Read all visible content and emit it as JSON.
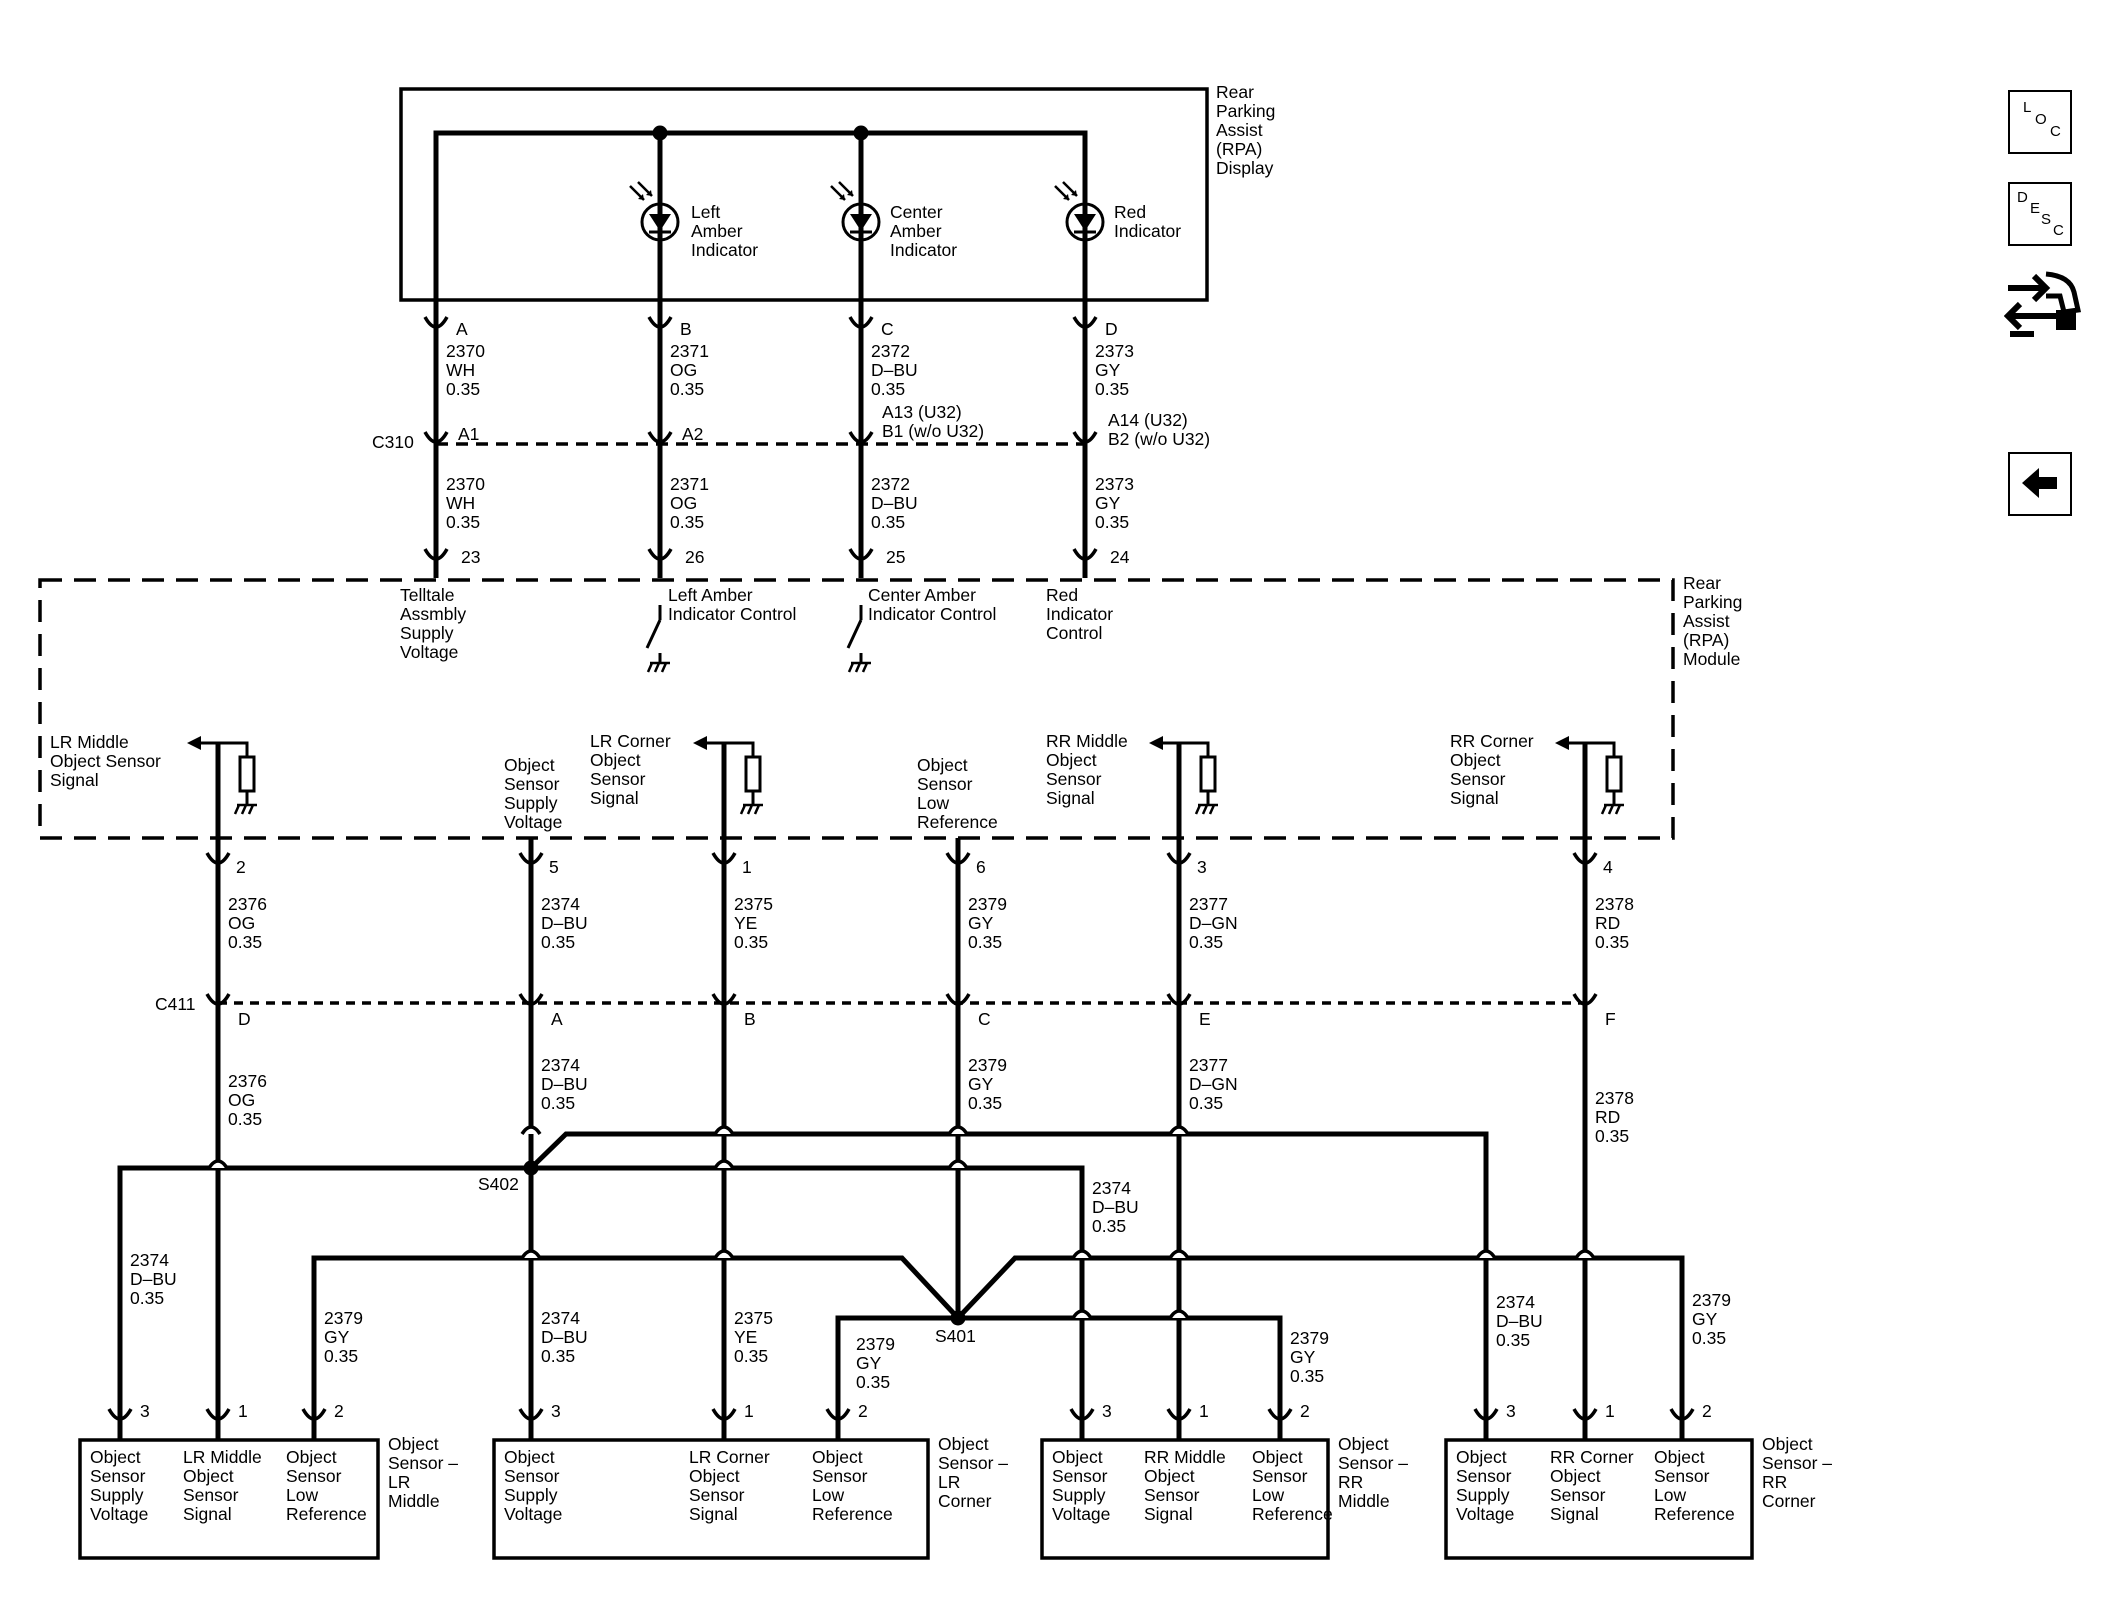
{
  "icons": [
    "loc-button",
    "desc-button",
    "connector-icon",
    "back-arrow-icon"
  ],
  "rpa_display": {
    "title": [
      "Rear",
      "Parking",
      "Assist",
      "(RPA)",
      "Display"
    ],
    "indicators": [
      [
        "Left",
        "Amber",
        "Indicator"
      ],
      [
        "Center",
        "Amber",
        "Indicator"
      ],
      [
        "Red",
        "Indicator"
      ]
    ]
  },
  "display_pins": [
    "A",
    "B",
    "C",
    "D"
  ],
  "upper_wires": [
    [
      "2370",
      "WH",
      "0.35"
    ],
    [
      "2371",
      "OG",
      "0.35"
    ],
    [
      "2372",
      "D–BU",
      "0.35"
    ],
    [
      "2373",
      "GY",
      "0.35"
    ]
  ],
  "c310": {
    "name": "C310",
    "pins": [
      "A1",
      "A2",
      "A13 (U32)",
      "B1 (w/o U32)",
      "A14 (U32)",
      "B2 (w/o U32)"
    ]
  },
  "module_upper_pins": [
    "23",
    "26",
    "25",
    "24"
  ],
  "rpa_module": {
    "title": [
      "Rear",
      "Parking",
      "Assist",
      "(RPA)",
      "Module"
    ],
    "upper_functions": [
      [
        "Telltale",
        "Assmbly",
        "Supply",
        "Voltage"
      ],
      [
        "Left Amber",
        "Indicator Control"
      ],
      [
        "Center Amber",
        "Indicator Control"
      ],
      [
        "Red",
        "Indicator",
        "Control"
      ]
    ],
    "lower_functions": [
      [
        "LR Middle",
        "Object Sensor",
        "Signal"
      ],
      [
        "Object",
        "Sensor",
        "Supply",
        "Voltage"
      ],
      [
        "LR Corner",
        "Object",
        "Sensor",
        "Signal"
      ],
      [
        "Object",
        "Sensor",
        "Low",
        "Reference"
      ],
      [
        "RR Middle",
        "Object",
        "Sensor",
        "Signal"
      ],
      [
        "RR Corner",
        "Object",
        "Sensor",
        "Signal"
      ]
    ]
  },
  "module_lower_pins": [
    "2",
    "5",
    "1",
    "6",
    "3",
    "4"
  ],
  "mid_wires": [
    [
      "2376",
      "OG",
      "0.35"
    ],
    [
      "2374",
      "D–BU",
      "0.35"
    ],
    [
      "2375",
      "YE",
      "0.35"
    ],
    [
      "2379",
      "GY",
      "0.35"
    ],
    [
      "2377",
      "D–GN",
      "0.35"
    ],
    [
      "2378",
      "RD",
      "0.35"
    ]
  ],
  "c411": {
    "name": "C411",
    "pins": [
      "D",
      "A",
      "B",
      "C",
      "E",
      "F"
    ]
  },
  "lower_wires": [
    [
      "2376",
      "OG",
      "0.35"
    ],
    [
      "2374",
      "D–BU",
      "0.35"
    ],
    [
      "2379",
      "GY",
      "0.35"
    ],
    [
      "2377",
      "D–GN",
      "0.35"
    ],
    [
      "2378",
      "RD",
      "0.35"
    ]
  ],
  "splices": [
    "S402",
    "S401"
  ],
  "sensor_wires": [
    [
      "2374",
      "D–BU",
      "0.35"
    ],
    [
      "2379",
      "GY",
      "0.35"
    ],
    [
      "2374",
      "D–BU",
      "0.35"
    ],
    [
      "2375",
      "YE",
      "0.35"
    ],
    [
      "2379",
      "GY",
      "0.35"
    ],
    [
      "2374",
      "D–BU",
      "0.35"
    ],
    [
      "2379",
      "GY",
      "0.35"
    ],
    [
      "2374",
      "D–BU",
      "0.35"
    ],
    [
      "2379",
      "GY",
      "0.35"
    ]
  ],
  "sensors": [
    {
      "name": [
        "Object",
        "Sensor –",
        "LR",
        "Middle"
      ],
      "pins": [
        "3",
        "1",
        "2"
      ],
      "functions": [
        [
          "Object",
          "Sensor",
          "Supply",
          "Voltage"
        ],
        [
          "LR Middle",
          "Object",
          "Sensor",
          "Signal"
        ],
        [
          "Object",
          "Sensor",
          "Low",
          "Reference"
        ]
      ]
    },
    {
      "name": [
        "Object",
        "Sensor –",
        "LR",
        "Corner"
      ],
      "pins": [
        "3",
        "1",
        "2"
      ],
      "functions": [
        [
          "Object",
          "Sensor",
          "Supply",
          "Voltage"
        ],
        [
          "LR Corner",
          "Object",
          "Sensor",
          "Signal"
        ],
        [
          "Object",
          "Sensor",
          "Low",
          "Reference"
        ]
      ]
    },
    {
      "name": [
        "Object",
        "Sensor –",
        "RR",
        "Middle"
      ],
      "pins": [
        "3",
        "1",
        "2"
      ],
      "functions": [
        [
          "Object",
          "Sensor",
          "Supply",
          "Voltage"
        ],
        [
          "RR Middle",
          "Object",
          "Sensor",
          "Signal"
        ],
        [
          "Object",
          "Sensor",
          "Low",
          "Reference"
        ]
      ]
    },
    {
      "name": [
        "Object",
        "Sensor –",
        "RR",
        "Corner"
      ],
      "pins": [
        "3",
        "1",
        "2"
      ],
      "functions": [
        [
          "Object",
          "Sensor",
          "Supply",
          "Voltage"
        ],
        [
          "RR Corner",
          "Object",
          "Sensor",
          "Signal"
        ],
        [
          "Object",
          "Sensor",
          "Low",
          "Reference"
        ]
      ]
    }
  ]
}
